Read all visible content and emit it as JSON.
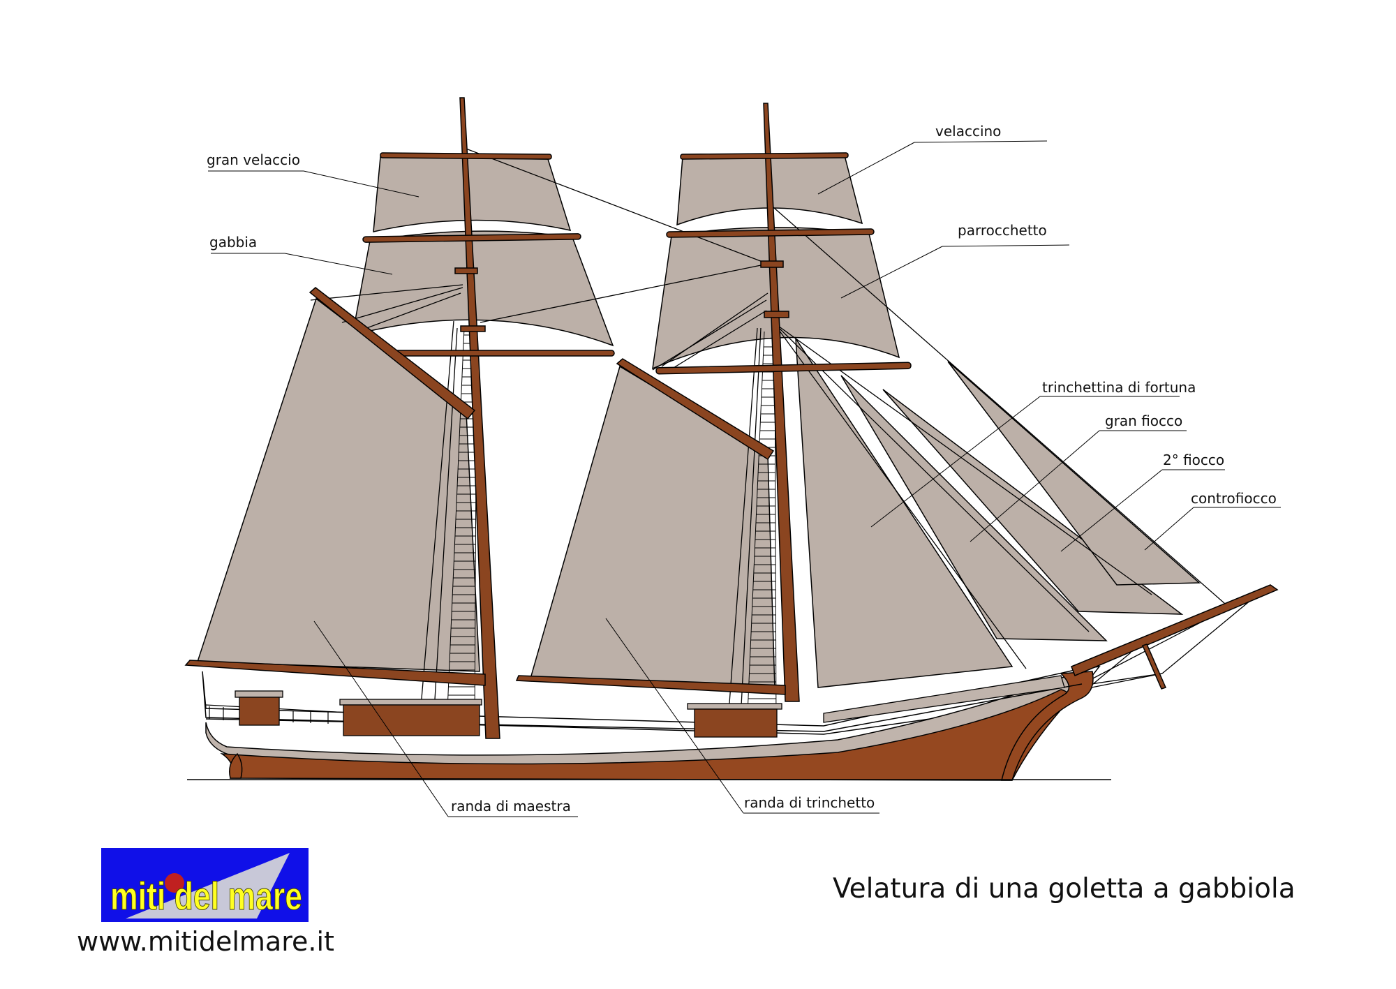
{
  "title": "Velatura di una goletta a gabbiola",
  "website": "www.mitidelmare.it",
  "logo": {
    "text": "miti del mare",
    "bg_color": "#1010e8",
    "text_color": "#ffff22"
  },
  "colors": {
    "sail": "#bcb0a8",
    "wood": "#8b4520",
    "hull": "#954820",
    "rail": "#c0b4ac",
    "line": "#000000"
  },
  "labels": {
    "gran_velaccio": "gran velaccio",
    "gabbia": "gabbia",
    "velaccino": "velaccino",
    "parrocchetto": "parrocchetto",
    "trinchettina": "trinchettina di fortuna",
    "gran_fiocco": "gran fiocco",
    "secondo_fiocco": "2° fiocco",
    "controfiocco": "controfiocco",
    "randa_maestra": "randa di maestra",
    "randa_trinchetto": "randa di trinchetto"
  }
}
